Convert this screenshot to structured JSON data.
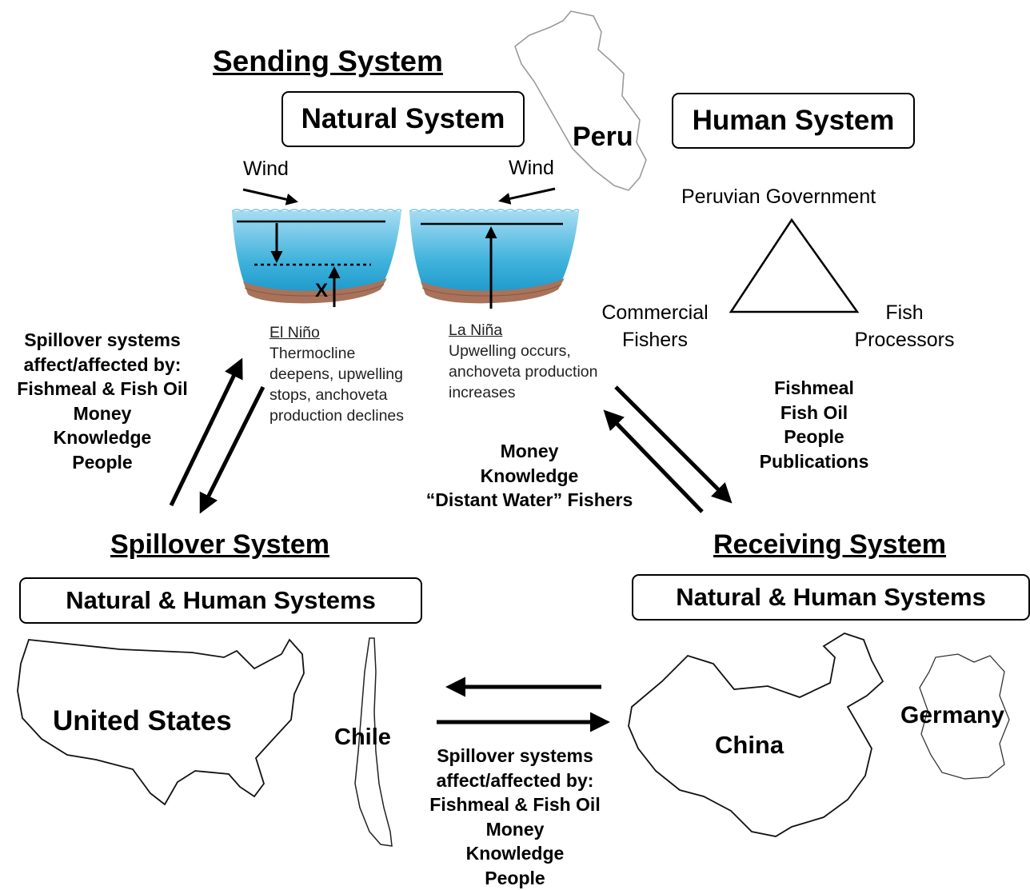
{
  "sending": {
    "title": "Sending System",
    "natural_box": "Natural System",
    "human_box": "Human System",
    "country": "Peru",
    "wind_left": "Wind",
    "wind_right": "Wind",
    "x_marker": "X",
    "el_nino": {
      "title": "El Niño",
      "lines": [
        "Thermocline",
        "deepens, upwelling",
        "stops, anchoveta",
        "production declines"
      ]
    },
    "la_nina": {
      "title": "La Niña",
      "lines": [
        "Upwelling occurs,",
        "anchoveta production",
        "increases"
      ]
    },
    "human_nodes": {
      "top": "Peruvian Government",
      "left": [
        "Commercial",
        "Fishers"
      ],
      "right": [
        "Fish",
        "Processors"
      ]
    }
  },
  "flows": {
    "left_side": [
      "Spillover systems",
      "affect/affected by:",
      "Fishmeal & Fish Oil",
      "Money",
      "Knowledge",
      "People"
    ],
    "to_receiving": [
      "Fishmeal",
      "Fish Oil",
      "People",
      "Publications"
    ],
    "from_receiving": [
      "Money",
      "Knowledge",
      "“Distant Water” Fishers"
    ],
    "bottom": [
      "Spillover systems",
      "affect/affected by:",
      "Fishmeal & Fish Oil",
      "Money",
      "Knowledge",
      "People"
    ]
  },
  "spillover": {
    "title": "Spillover System",
    "box": "Natural & Human Systems",
    "countries": [
      "United States",
      "Chile"
    ]
  },
  "receiving": {
    "title": "Receiving System",
    "box": "Natural & Human Systems",
    "countries": [
      "China",
      "Germany"
    ]
  },
  "colors": {
    "water_top": "#9fdaf0",
    "water_bottom": "#1c9fd0",
    "sediment": "#a8735a",
    "line": "#000000"
  }
}
